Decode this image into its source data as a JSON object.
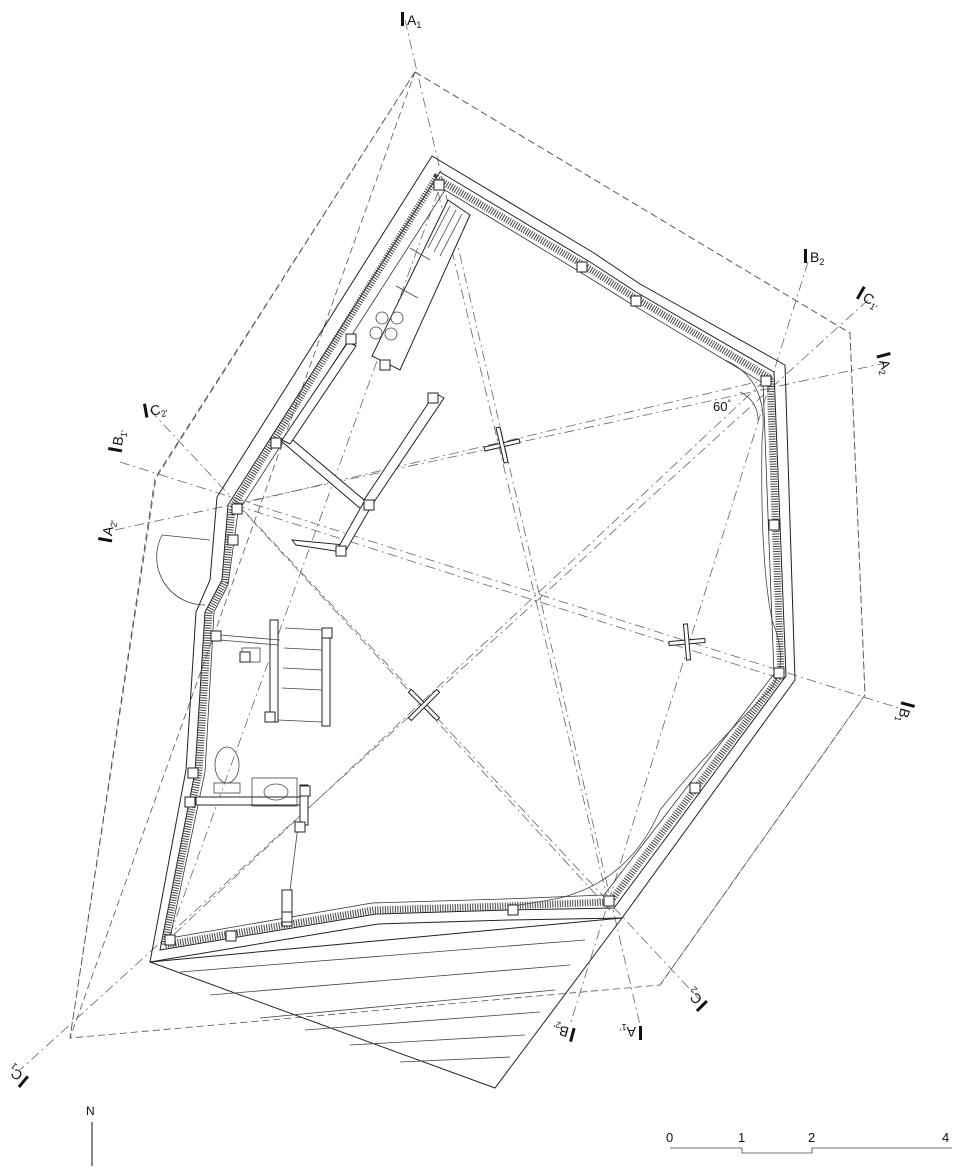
{
  "section_markers": {
    "A1": {
      "letter": "A",
      "sub": "1"
    },
    "A2": {
      "letter": "A",
      "sub": "2"
    },
    "A1p": {
      "letter": "A",
      "sub": "1'"
    },
    "A2p": {
      "letter": "A",
      "sub": "2'"
    },
    "B1": {
      "letter": "B",
      "sub": "1"
    },
    "B2": {
      "letter": "B",
      "sub": "2"
    },
    "B1p": {
      "letter": "B",
      "sub": "1'"
    },
    "B2p": {
      "letter": "B",
      "sub": "2'"
    },
    "C1": {
      "letter": "C",
      "sub": "1"
    },
    "C2": {
      "letter": "C",
      "sub": "2"
    },
    "C1p": {
      "letter": "C",
      "sub": "1'"
    },
    "C2p": {
      "letter": "C",
      "sub": "2'"
    }
  },
  "angle_label": "60",
  "angle_unit": "°",
  "north_label": "N",
  "scale_bar": {
    "ticks": [
      "0",
      "1",
      "2",
      "4"
    ]
  }
}
